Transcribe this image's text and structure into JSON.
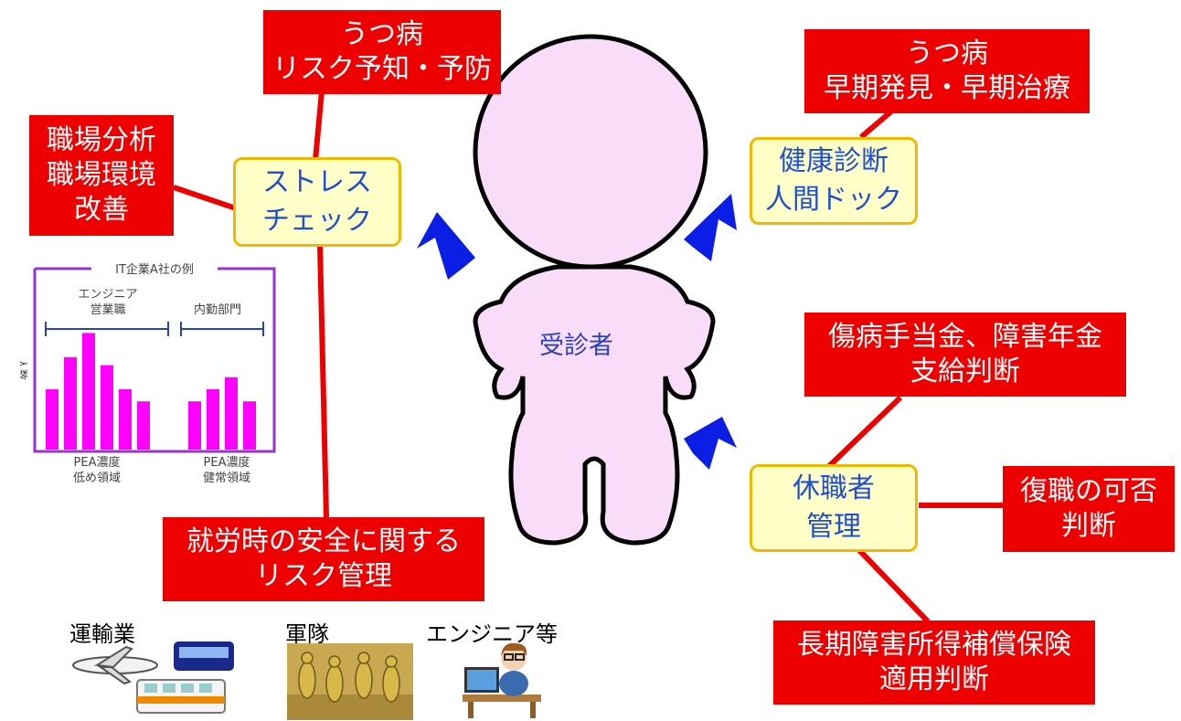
{
  "colors": {
    "red": "#ee0000",
    "accent_blue": "#0a1ee6",
    "yellow_fill": "#ffffc8",
    "yellow_border": "#f0b800",
    "person_fill": "#f8dcf8",
    "chart_purple": "#9933cc",
    "chart_bar": "#ff00ff"
  },
  "boxes": {
    "depression_risk": [
      "うつ病",
      "リスク予知・予防"
    ],
    "workplace": [
      "職場分析",
      "職場環境",
      "改善"
    ],
    "stress_check": [
      "ストレス",
      "チェック"
    ],
    "depression_early": [
      "うつ病",
      "早期発見・早期治療"
    ],
    "health_check": [
      "健康診断",
      "人間ドック"
    ],
    "injury_allowance": [
      "傷病手当金、障害年金",
      "支給判断"
    ],
    "leave_mgmt": [
      "休職者",
      "管理"
    ],
    "return_work": [
      "復職の可否",
      "判断"
    ],
    "long_term": [
      "長期障害所得補償保険",
      "適用判断"
    ],
    "work_safety": [
      "就労時の安全に関する",
      "リスク管理"
    ]
  },
  "person_label": "受診者",
  "industries": {
    "transport": "運輸業",
    "military": "軍隊",
    "engineer": "エンジニア等"
  },
  "chart": {
    "title": "IT企業A社の例",
    "group1": [
      "エンジニア",
      "営業職"
    ],
    "group2": "内勤部門",
    "ylabel": "人数",
    "xlabel1": [
      "PEA濃度",
      "低め領域"
    ],
    "xlabel2": [
      "PEA濃度",
      "健常領域"
    ]
  },
  "chart_data": {
    "type": "bar",
    "title": "IT企業A社の例",
    "ylabel": "人数",
    "groups": [
      {
        "name": "エンジニア 営業職",
        "xlabel": "PEA濃度 低め領域",
        "values": [
          3,
          4.6,
          5.8,
          4.2,
          3,
          2.4
        ]
      },
      {
        "name": "内勤部門",
        "xlabel": "PEA濃度 健常領域",
        "values": [
          2.4,
          3,
          3.6,
          2.4
        ]
      }
    ]
  }
}
